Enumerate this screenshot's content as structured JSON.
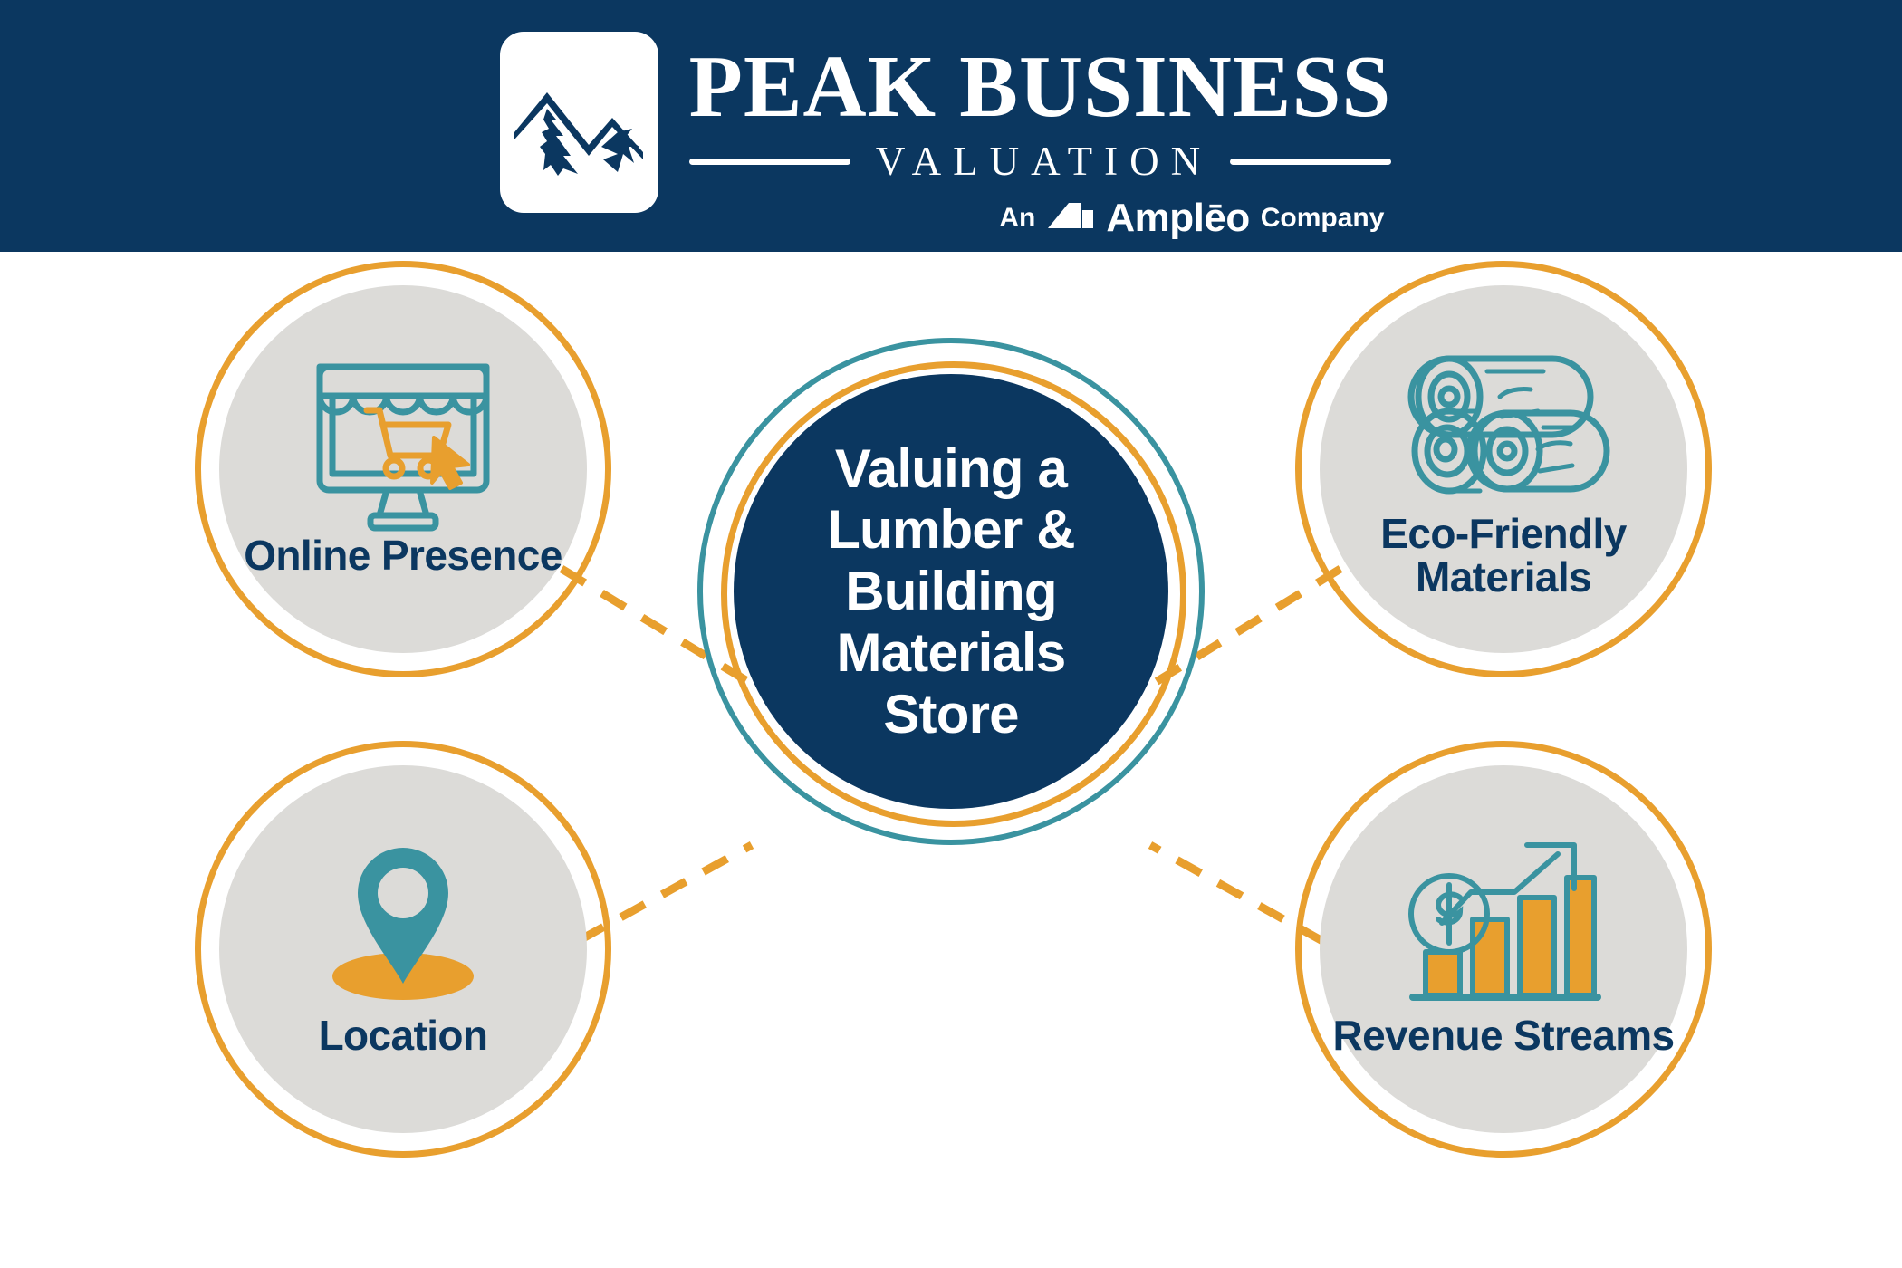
{
  "header": {
    "logo_icon": "mountain-peak-logo",
    "brand_main": "PEAK BUSINESS",
    "brand_sub": "VALUATION",
    "tagline_prefix": "An",
    "tagline_brand": "Amplēo",
    "tagline_suffix": "Company",
    "tagline_icon": "ampleo-chevron-mark",
    "background_color": "#0B3760"
  },
  "center": {
    "title": "Valuing a Lumber & Building Materials Store",
    "fill_color": "#0B3760",
    "ring_outer_color": "#3A93A0",
    "ring_inner_color": "#E89F2E",
    "text_color": "#FFFFFF"
  },
  "nodes": [
    {
      "id": "online-presence",
      "label": "Online Presence",
      "icon": "online-store-monitor-cart-icon",
      "position": "top-left"
    },
    {
      "id": "eco-friendly-materials",
      "label": "Eco-Friendly Materials",
      "icon": "stacked-logs-icon",
      "position": "top-right"
    },
    {
      "id": "location",
      "label": "Location",
      "icon": "map-pin-icon",
      "position": "bottom-left"
    },
    {
      "id": "revenue-streams",
      "label": "Revenue Streams",
      "icon": "growth-bar-chart-dollar-icon",
      "position": "bottom-right"
    }
  ],
  "palette": {
    "navy": "#0B3760",
    "teal": "#3A93A0",
    "orange": "#E89F2E",
    "gray_disc": "#DCDBD8",
    "white": "#FFFFFF"
  },
  "connectors": {
    "style": "dashed",
    "color": "#E89F2E",
    "count": 4
  }
}
